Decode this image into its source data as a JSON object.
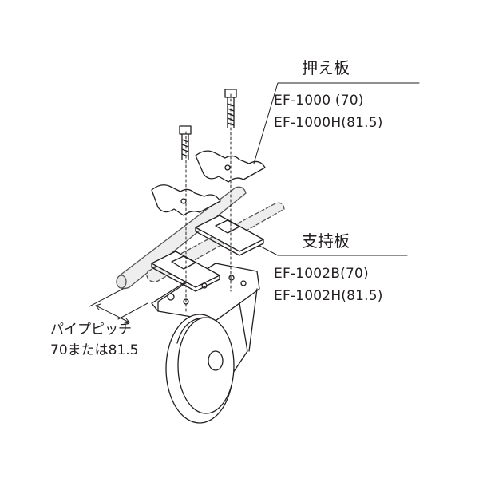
{
  "presser_plate": {
    "title": "押え板",
    "models": [
      "EF-1000 (70)",
      "EF-1000H(81.5)"
    ]
  },
  "support_plate": {
    "title": "支持板",
    "models": [
      "EF-1002B(70)",
      "EF-1002H(81.5)"
    ]
  },
  "pipe_pitch": {
    "title": "パイプピッチ",
    "value": "70または81.5"
  },
  "colors": {
    "line": "#231f20",
    "pipe_fill": "#eeeeee",
    "plate_fill": "#ffffff"
  }
}
